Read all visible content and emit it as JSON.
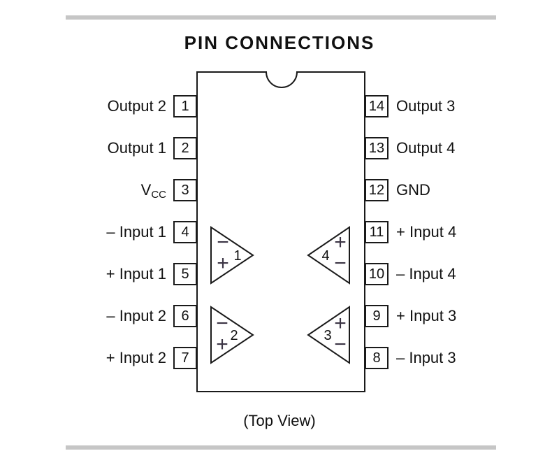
{
  "title": "PIN CONNECTIONS",
  "caption": "(Top View)",
  "pins": {
    "left": [
      {
        "number": "1",
        "label": "Output 2"
      },
      {
        "number": "2",
        "label": "Output 1"
      },
      {
        "number": "3",
        "label": "V",
        "label_sub": "CC"
      },
      {
        "number": "4",
        "label": "– Input 1"
      },
      {
        "number": "5",
        "label": "+ Input 1"
      },
      {
        "number": "6",
        "label": "– Input 2"
      },
      {
        "number": "7",
        "label": "+ Input 2"
      }
    ],
    "right": [
      {
        "number": "14",
        "label": "Output 3"
      },
      {
        "number": "13",
        "label": "Output 4"
      },
      {
        "number": "12",
        "label": "GND"
      },
      {
        "number": "11",
        "label": "+ Input 4"
      },
      {
        "number": "10",
        "label": "– Input 4"
      },
      {
        "number": "9",
        "label": "+ Input 3"
      },
      {
        "number": "8",
        "label": "– Input 3"
      }
    ]
  },
  "amplifiers": [
    {
      "number": "1",
      "top_sign": "−",
      "bottom_sign": "+"
    },
    {
      "number": "2",
      "top_sign": "−",
      "bottom_sign": "+"
    },
    {
      "number": "3",
      "top_sign": "+",
      "bottom_sign": "−"
    },
    {
      "number": "4",
      "top_sign": "+",
      "bottom_sign": "−"
    }
  ],
  "colors": {
    "line": "#1a1a1a",
    "rule_bar": "#c6c6c6",
    "background": "#ffffff",
    "polarity_sign": "#3c3545"
  }
}
